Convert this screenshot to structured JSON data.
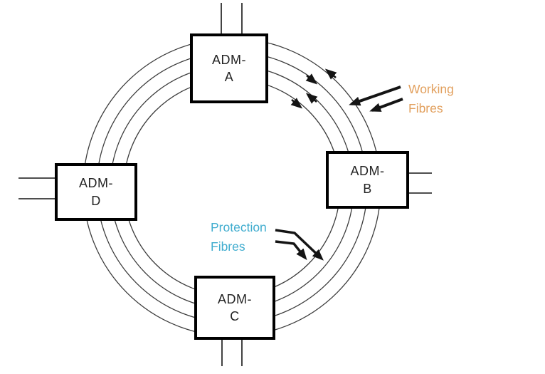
{
  "diagram": {
    "type": "four-fibre ring network",
    "ring": {
      "fibre_count": 4,
      "working_fibres": {
        "position": "outer pair",
        "directions": [
          "counter-clockwise",
          "clockwise"
        ]
      },
      "protection_fibres": {
        "position": "inner pair",
        "directions": [
          "counter-clockwise",
          "clockwise"
        ]
      }
    }
  },
  "nodes": [
    {
      "id": "ADM-A",
      "line1": "ADM-",
      "line2": "A",
      "side": "top",
      "tributary_lines": 2
    },
    {
      "id": "ADM-B",
      "line1": "ADM-",
      "line2": "B",
      "side": "right",
      "tributary_lines": 2
    },
    {
      "id": "ADM-C",
      "line1": "ADM-",
      "line2": "C",
      "side": "bottom",
      "tributary_lines": 2
    },
    {
      "id": "ADM-D",
      "line1": "ADM-",
      "line2": "D",
      "side": "left",
      "tributary_lines": 2
    }
  ],
  "labels": {
    "working": {
      "text": "Working Fibres",
      "color": "#E2A05E"
    },
    "protection": {
      "text": "Protection Fibres",
      "color": "#41ADCF"
    }
  },
  "colors": {
    "fibre": "#3c3c3c",
    "line": "#141414",
    "arrow": "#141414",
    "box_border": "#000000",
    "box_text": "#232323",
    "background": "#ffffff"
  }
}
